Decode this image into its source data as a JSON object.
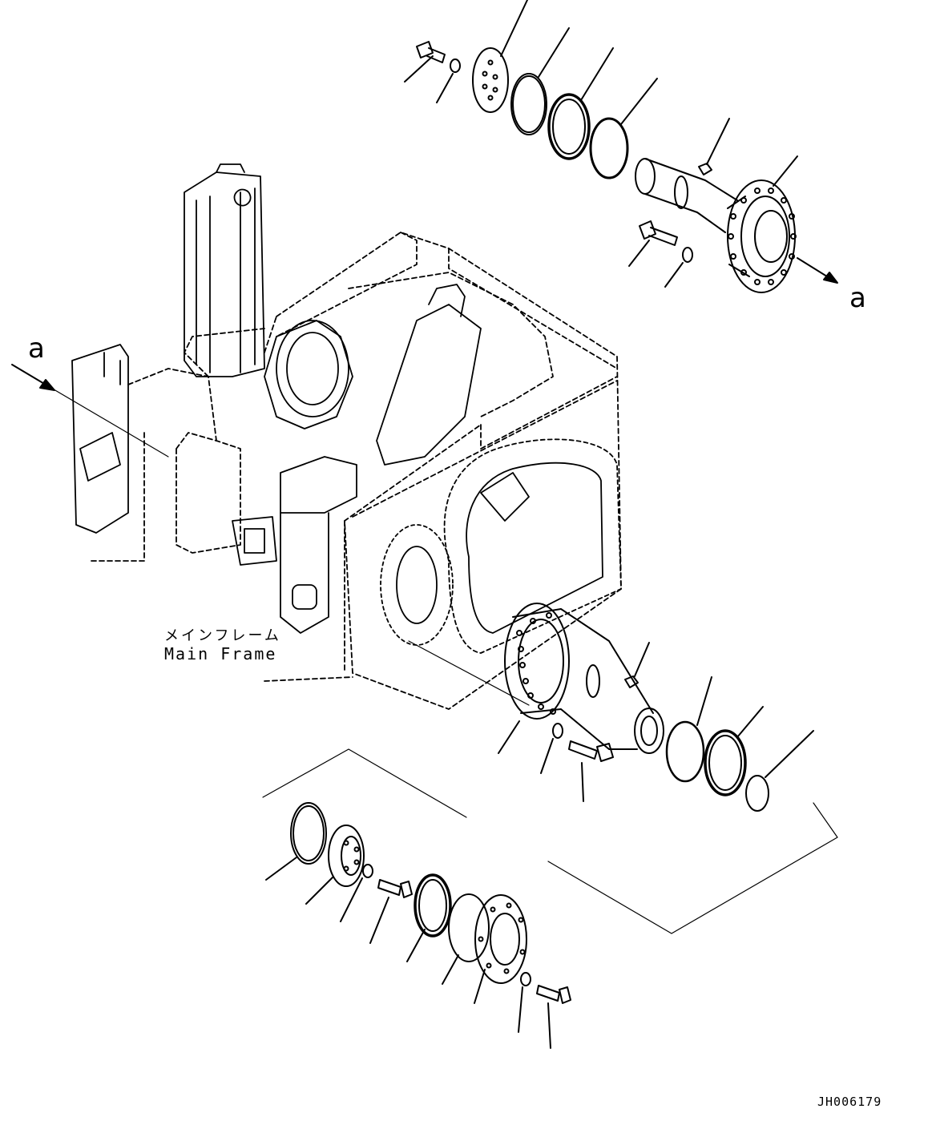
{
  "labels": {
    "arrow_top": "a",
    "arrow_left": "a",
    "frame_jp": "メインフレーム",
    "frame_en": "Main Frame",
    "drawing_code": "JH006179"
  },
  "colors": {
    "line": "#000000",
    "background": "#ffffff"
  }
}
